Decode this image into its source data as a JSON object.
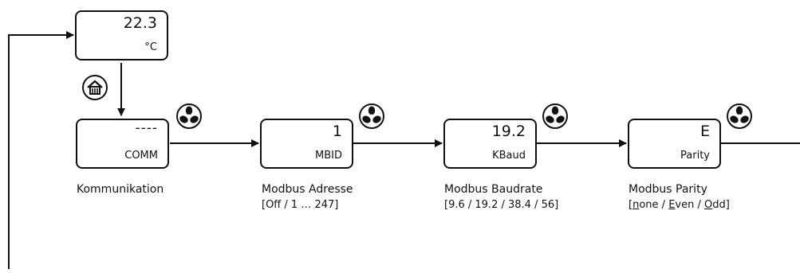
{
  "temperature_display": {
    "value": "22.3",
    "unit": "°C"
  },
  "comm_display": {
    "value": "----",
    "code": "COMM"
  },
  "comm_caption": "Kommunikation",
  "mbid_display": {
    "value": "1",
    "code": "MBID"
  },
  "mbid_caption": {
    "title": "Modbus Adresse",
    "range": "[Off / 1 … 247]"
  },
  "kbaud_display": {
    "value": "19.2",
    "code": "KBaud"
  },
  "kbaud_caption": {
    "title": "Modbus Baudrate",
    "range": "[9.6 / 19.2 / 38.4 / 56]"
  },
  "parity_display": {
    "value": "E",
    "code": "Parity"
  },
  "parity_caption": {
    "title": "Modbus Parity",
    "open": "[",
    "none_first": "n",
    "none_rest": "one",
    "sep1": " / ",
    "even_first": "E",
    "even_rest": "ven",
    "sep2": " / ",
    "odd_first": "O",
    "odd_rest": "dd",
    "close": "]"
  },
  "icons": {
    "home": "home-icon",
    "fan": "fan-icon"
  }
}
